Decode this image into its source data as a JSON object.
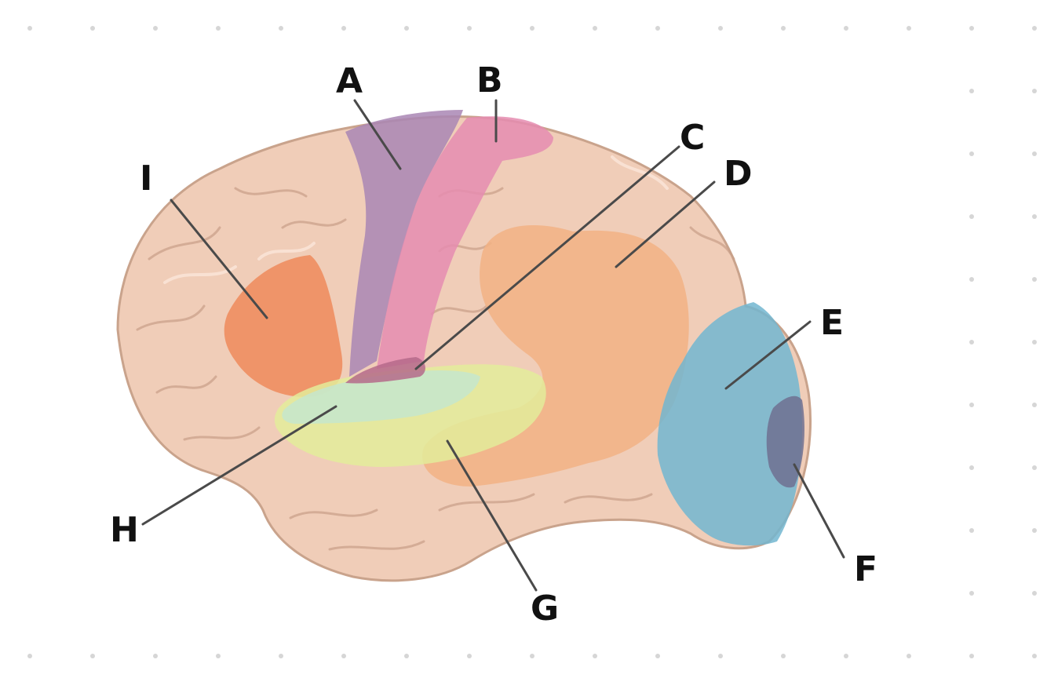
{
  "diagram": {
    "regions": [
      {
        "id": "A",
        "label": "A",
        "color": "#a986b4"
      },
      {
        "id": "B",
        "label": "B",
        "color": "#e58cb0"
      },
      {
        "id": "C",
        "label": "C",
        "color": "#b56a8a"
      },
      {
        "id": "D",
        "label": "D",
        "color": "#f2b184"
      },
      {
        "id": "E",
        "label": "E",
        "color": "#72b6d0"
      },
      {
        "id": "F",
        "label": "F",
        "color": "#6e7090"
      },
      {
        "id": "G",
        "label": "G",
        "color": "#e3ec9a"
      },
      {
        "id": "H",
        "label": "H",
        "color": "#c6e6cc"
      },
      {
        "id": "I",
        "label": "I",
        "color": "#ef8a5a"
      }
    ],
    "colors": {
      "brain_base": "#f0cdb8",
      "brain_outline": "#c9a38c",
      "background": "#ffffff",
      "grid_dot": "#d6d6d6",
      "leader_line": "#4a4a4a"
    }
  }
}
